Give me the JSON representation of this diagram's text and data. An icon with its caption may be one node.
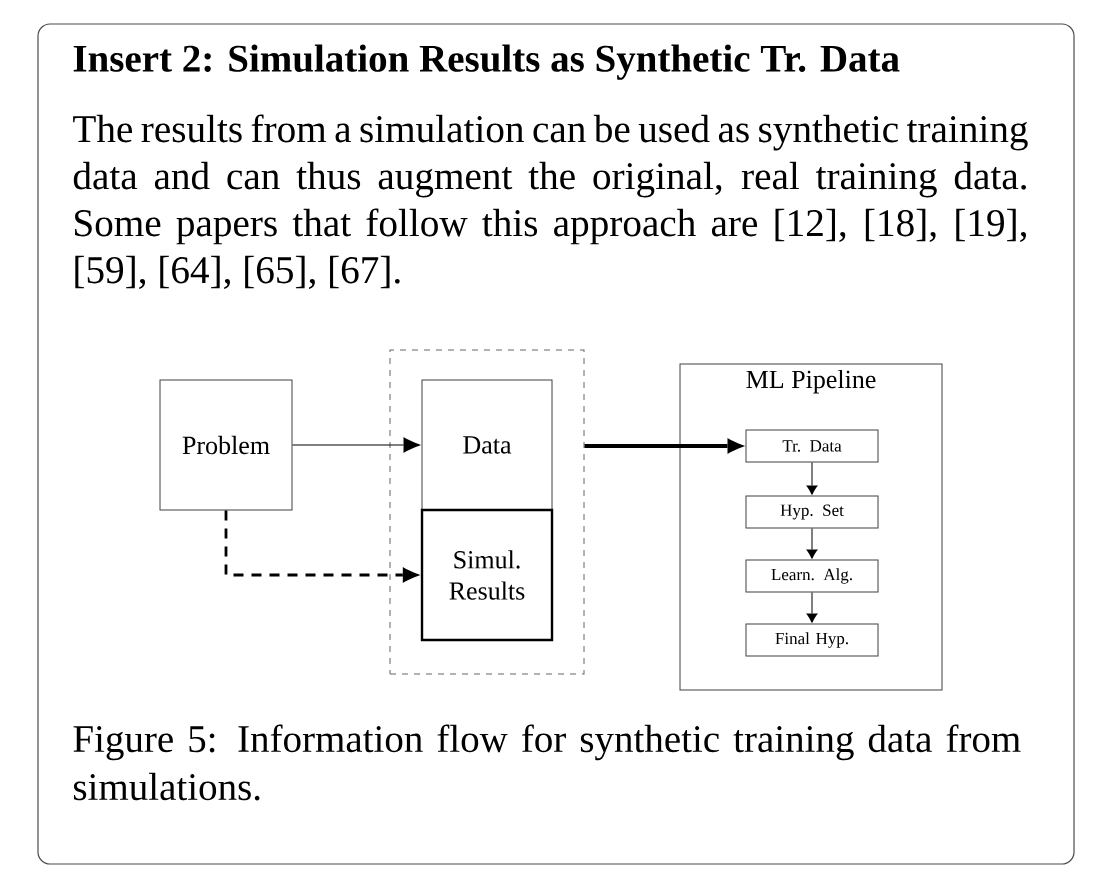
{
  "diagram": {
    "title": "Insert 2: Simulation Results as Synthetic Tr. Data",
    "caption": "Figure 5: Information flow for synthetic training data from simulations.",
    "nodes": [
      {
        "text": [
          "Problem"
        ]
      },
      {
        "text": [],
        "shape": "box"
      },
      {
        "text": [
          "Data"
        ],
        "in": 1
      },
      {
        "text": [
          "Simul. Results"
        ],
        "in": 1
      },
      {
        "text": [
          "ML Pipeline"
        ]
      },
      {
        "text": [
          "Tr. Data"
        ],
        "in": 4
      },
      {
        "text": [
          "Hyp. Set"
        ],
        "in": 4
      },
      {
        "text": [
          "Learn. Alg."
        ],
        "in": 4
      },
      {
        "text": [
          "Final Hyp."
        ],
        "in": 4
      }
    ],
    "edges": [
      {
        "from": 0,
        "to": 2,
        "arrow": "to"
      },
      {
        "from": 0,
        "to": 3,
        "arrow": "to",
        "style": "dashed"
      },
      {
        "from": 1,
        "to": 5,
        "arrow": "to",
        "style": "thick"
      },
      {
        "from": 5,
        "to": 6,
        "arrow": "to"
      },
      {
        "from": 6,
        "to": 7,
        "arrow": "to"
      },
      {
        "from": 7,
        "to": 8,
        "arrow": "to"
      }
    ],
    "labels": [
      "The results from a simulation can be used as synthetic training data and can thus augment the original, real training data. Some papers that follow this approach are [12], [18], [19], [59], [64], [65], [67]."
    ]
  }
}
